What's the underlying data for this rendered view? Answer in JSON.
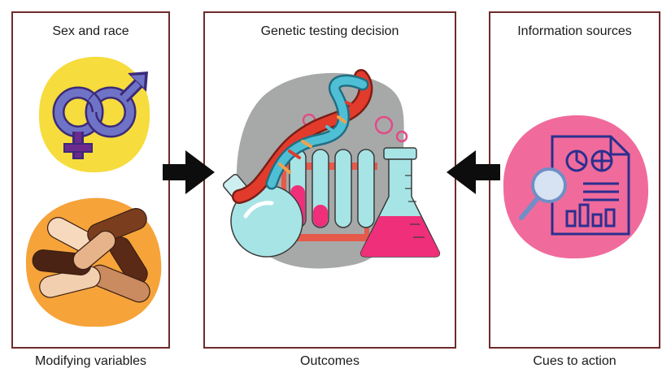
{
  "panels": {
    "left": {
      "title": "Sex and race",
      "caption": "Modifying variables"
    },
    "center": {
      "title": "Genetic testing decision",
      "caption": "Outcomes"
    },
    "right": {
      "title": "Information sources",
      "caption": "Cues to action"
    }
  },
  "icons": {
    "left_top": "gender-symbols-icon",
    "left_bottom": "diverse-hands-icon",
    "center": "genetic-lab-icon",
    "right": "document-analysis-icon",
    "arrows": "right-arrow-icon / left-arrow-icon"
  },
  "colors": {
    "border": "#6e2b2b",
    "yellow_blob": "#f6dc3c",
    "orange_blob": "#f6a33a",
    "gray_blob": "#a7a9a8",
    "pink_blob": "#f06b9b",
    "symbol_blue": "#6f73c6",
    "symbol_purple": "#6d2a8e",
    "liquid_pink": "#ef2f7a",
    "glass_teal": "#a7e4e6",
    "dna_red": "#e23b2b",
    "dna_teal": "#4fbfd5"
  }
}
